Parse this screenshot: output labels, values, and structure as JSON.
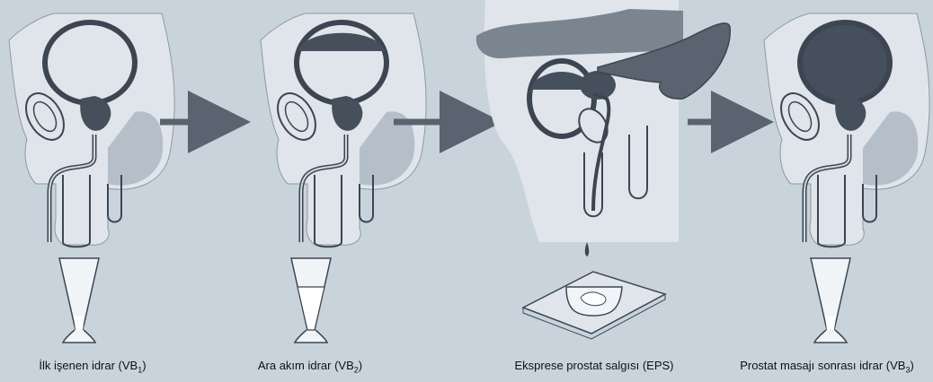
{
  "steps": [
    {
      "caption_main": "İlk işenen idrar (VB",
      "caption_sub": "1",
      "caption_tail": ")"
    },
    {
      "caption_main": "Ara akım idrar (VB",
      "caption_sub": "2",
      "caption_tail": ")"
    },
    {
      "caption_main": "Ekspresе prostat salgısı (EPS)",
      "caption_sub": "",
      "caption_tail": ""
    },
    {
      "caption_main": "Prostat masajı sonrası idrar (VB",
      "caption_sub": "3",
      "caption_tail": ")"
    }
  ],
  "colors": {
    "background": "#c9d3dc",
    "body": "#dfe5ea",
    "shadow": "#b4bfca",
    "outline": "#3c4652",
    "organ": "#46505c",
    "arrow": "#5a6470"
  }
}
